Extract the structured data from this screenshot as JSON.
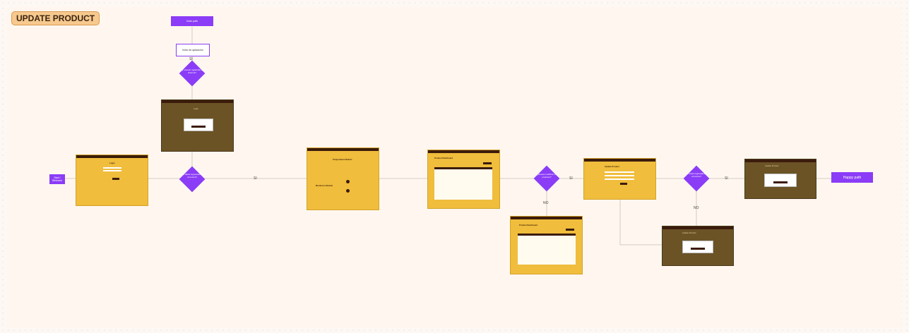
{
  "frame": {
    "title": "UPDATE PRODUCT"
  },
  "nodes": {
    "start": "Start / Welcome",
    "top_start": "Inicio path",
    "top_process": "Inicio de aplicación",
    "happy_path": "Happy path"
  },
  "decisions": {
    "top": "¿Hay usuario registrado en el sistema?",
    "login": "¿Con datos ingresados son correctos?",
    "product": "¿Desea modificar un producto?",
    "update": "¿Los datos ingresados son correctos?"
  },
  "edge_labels": {
    "si_top": "SI",
    "si_1": "SI",
    "si_2": "SI",
    "si_3": "SI",
    "no_1": "NO",
    "no_2": "NO"
  },
  "screens": {
    "login": {
      "title": "Login"
    },
    "top_modal": {
      "title": "Login"
    },
    "dashboard": {
      "title": "Temperatura Modulo",
      "subtitle": "Monitoreo Modulo"
    },
    "product_list": {
      "title": "Product Dashboard"
    },
    "product_list_no": {
      "title": "Product Dashboard"
    },
    "update_form": {
      "title": "Update Product"
    },
    "error_modal": {
      "title": "Update Product"
    },
    "success_modal": {
      "title": "Update Product"
    }
  }
}
